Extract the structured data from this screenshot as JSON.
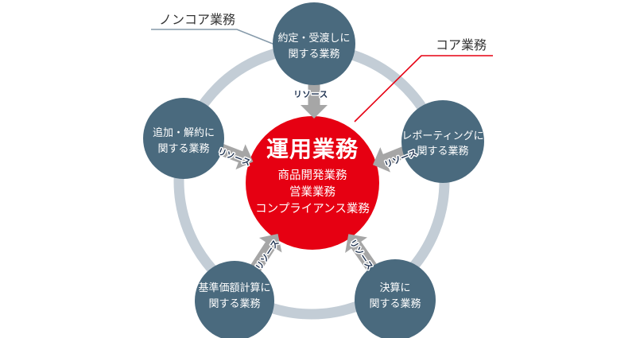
{
  "callouts": {
    "noncore": "ノンコア業務",
    "core": "コア業務"
  },
  "center_circle": {
    "title": "運用業務",
    "items": [
      "商品開発業務",
      "営業業務",
      "コンプライアンス業務"
    ]
  },
  "satellites": [
    {
      "name": "trade-settlement",
      "line1": "約定・受渡しに",
      "line2": "関する業務"
    },
    {
      "name": "reporting",
      "line1": "レポーティングに",
      "line2": "関する業務"
    },
    {
      "name": "addition-cancellation",
      "line1": "追加・解約に",
      "line2": "関する業務"
    },
    {
      "name": "nav-calculation",
      "line1": "基準価額計算に",
      "line2": "関する業務"
    },
    {
      "name": "financial-closing",
      "line1": "決算に",
      "line2": "関する業務"
    }
  ],
  "arrow_label": "リソース",
  "colors": {
    "satellite_circle": "#4a6a7e",
    "center_circle": "#e60012",
    "ring": "#c3cdd6",
    "arrow": "#a6a6a6",
    "arrow_label_text": "#1b2f4e",
    "noncore_leader_line": "#869aaa",
    "core_leader_line": "#e60012",
    "label_text": "#333333",
    "circle_text": "#ffffff"
  }
}
